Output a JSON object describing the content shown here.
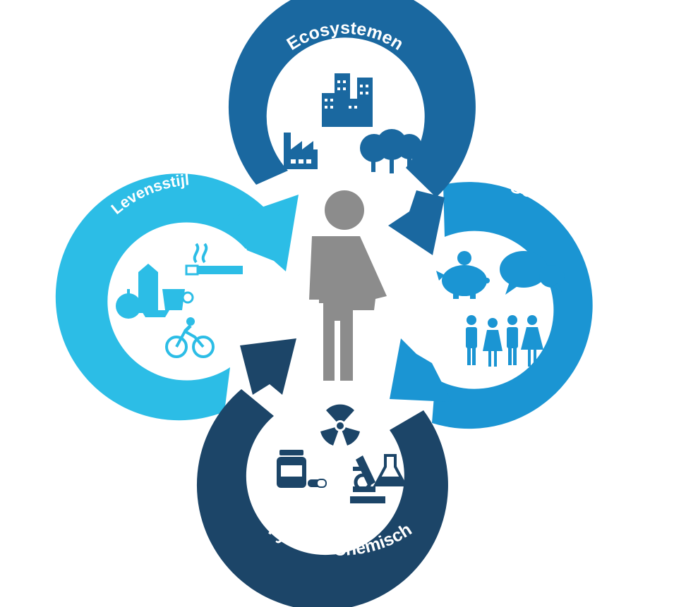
{
  "center": {
    "icon": "person-icon"
  },
  "domains": {
    "ecosystemen": {
      "label": "Ecosystemen",
      "color": "#1a68a0",
      "icons": [
        "buildings-icon",
        "factory-icon",
        "trees-icon"
      ]
    },
    "sociaal": {
      "label": "Sociaal",
      "color": "#1b95d3",
      "icons": [
        "piggy-bank-icon",
        "speech-bubbles-icon",
        "people-group-icon"
      ]
    },
    "levensstijl": {
      "label": "Levensstijl",
      "color": "#2cbde6",
      "icons": [
        "cigarette-icon",
        "food-icon",
        "cyclist-icon"
      ]
    },
    "fysiek_chemisch": {
      "label": "Fysiek - Chemisch",
      "color": "#1c4568",
      "icons": [
        "radiation-icon",
        "medicine-icon",
        "microscope-icon",
        "flask-icon"
      ]
    }
  }
}
